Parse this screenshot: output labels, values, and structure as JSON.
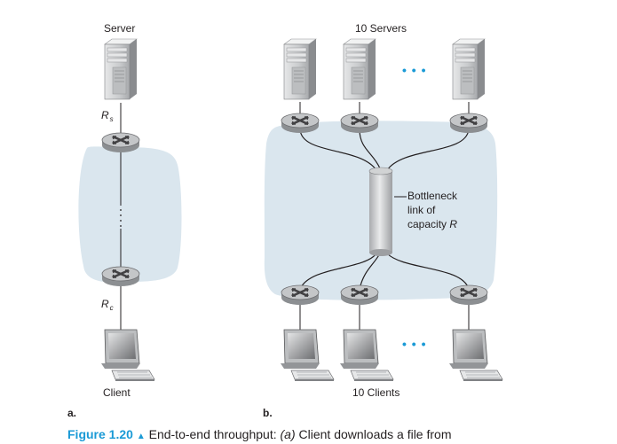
{
  "panel_a": {
    "server_label": "Server",
    "rs_main": "R",
    "rs_sub": "s",
    "rc_main": "R",
    "rc_sub": "c",
    "client_label": "Client",
    "panel_label": "a."
  },
  "panel_b": {
    "servers_label": "10 Servers",
    "bottleneck_line1": "Bottleneck",
    "bottleneck_line2": "link of",
    "bottleneck_line3_prefix": "capacity ",
    "bottleneck_line3_var": "R",
    "clients_label": "10 Clients",
    "panel_label": "b.",
    "ellipsis": "• • •"
  },
  "caption": {
    "figure": "Figure 1.20",
    "triangle": "▲",
    "text_1": " End-to-end throughput: ",
    "text_italic": "(a)",
    "text_2": " Client downloads a file from"
  },
  "colors": {
    "cloud": "#dae6ee",
    "router": "#b9bcbf",
    "accent": "#1a9ad6"
  }
}
